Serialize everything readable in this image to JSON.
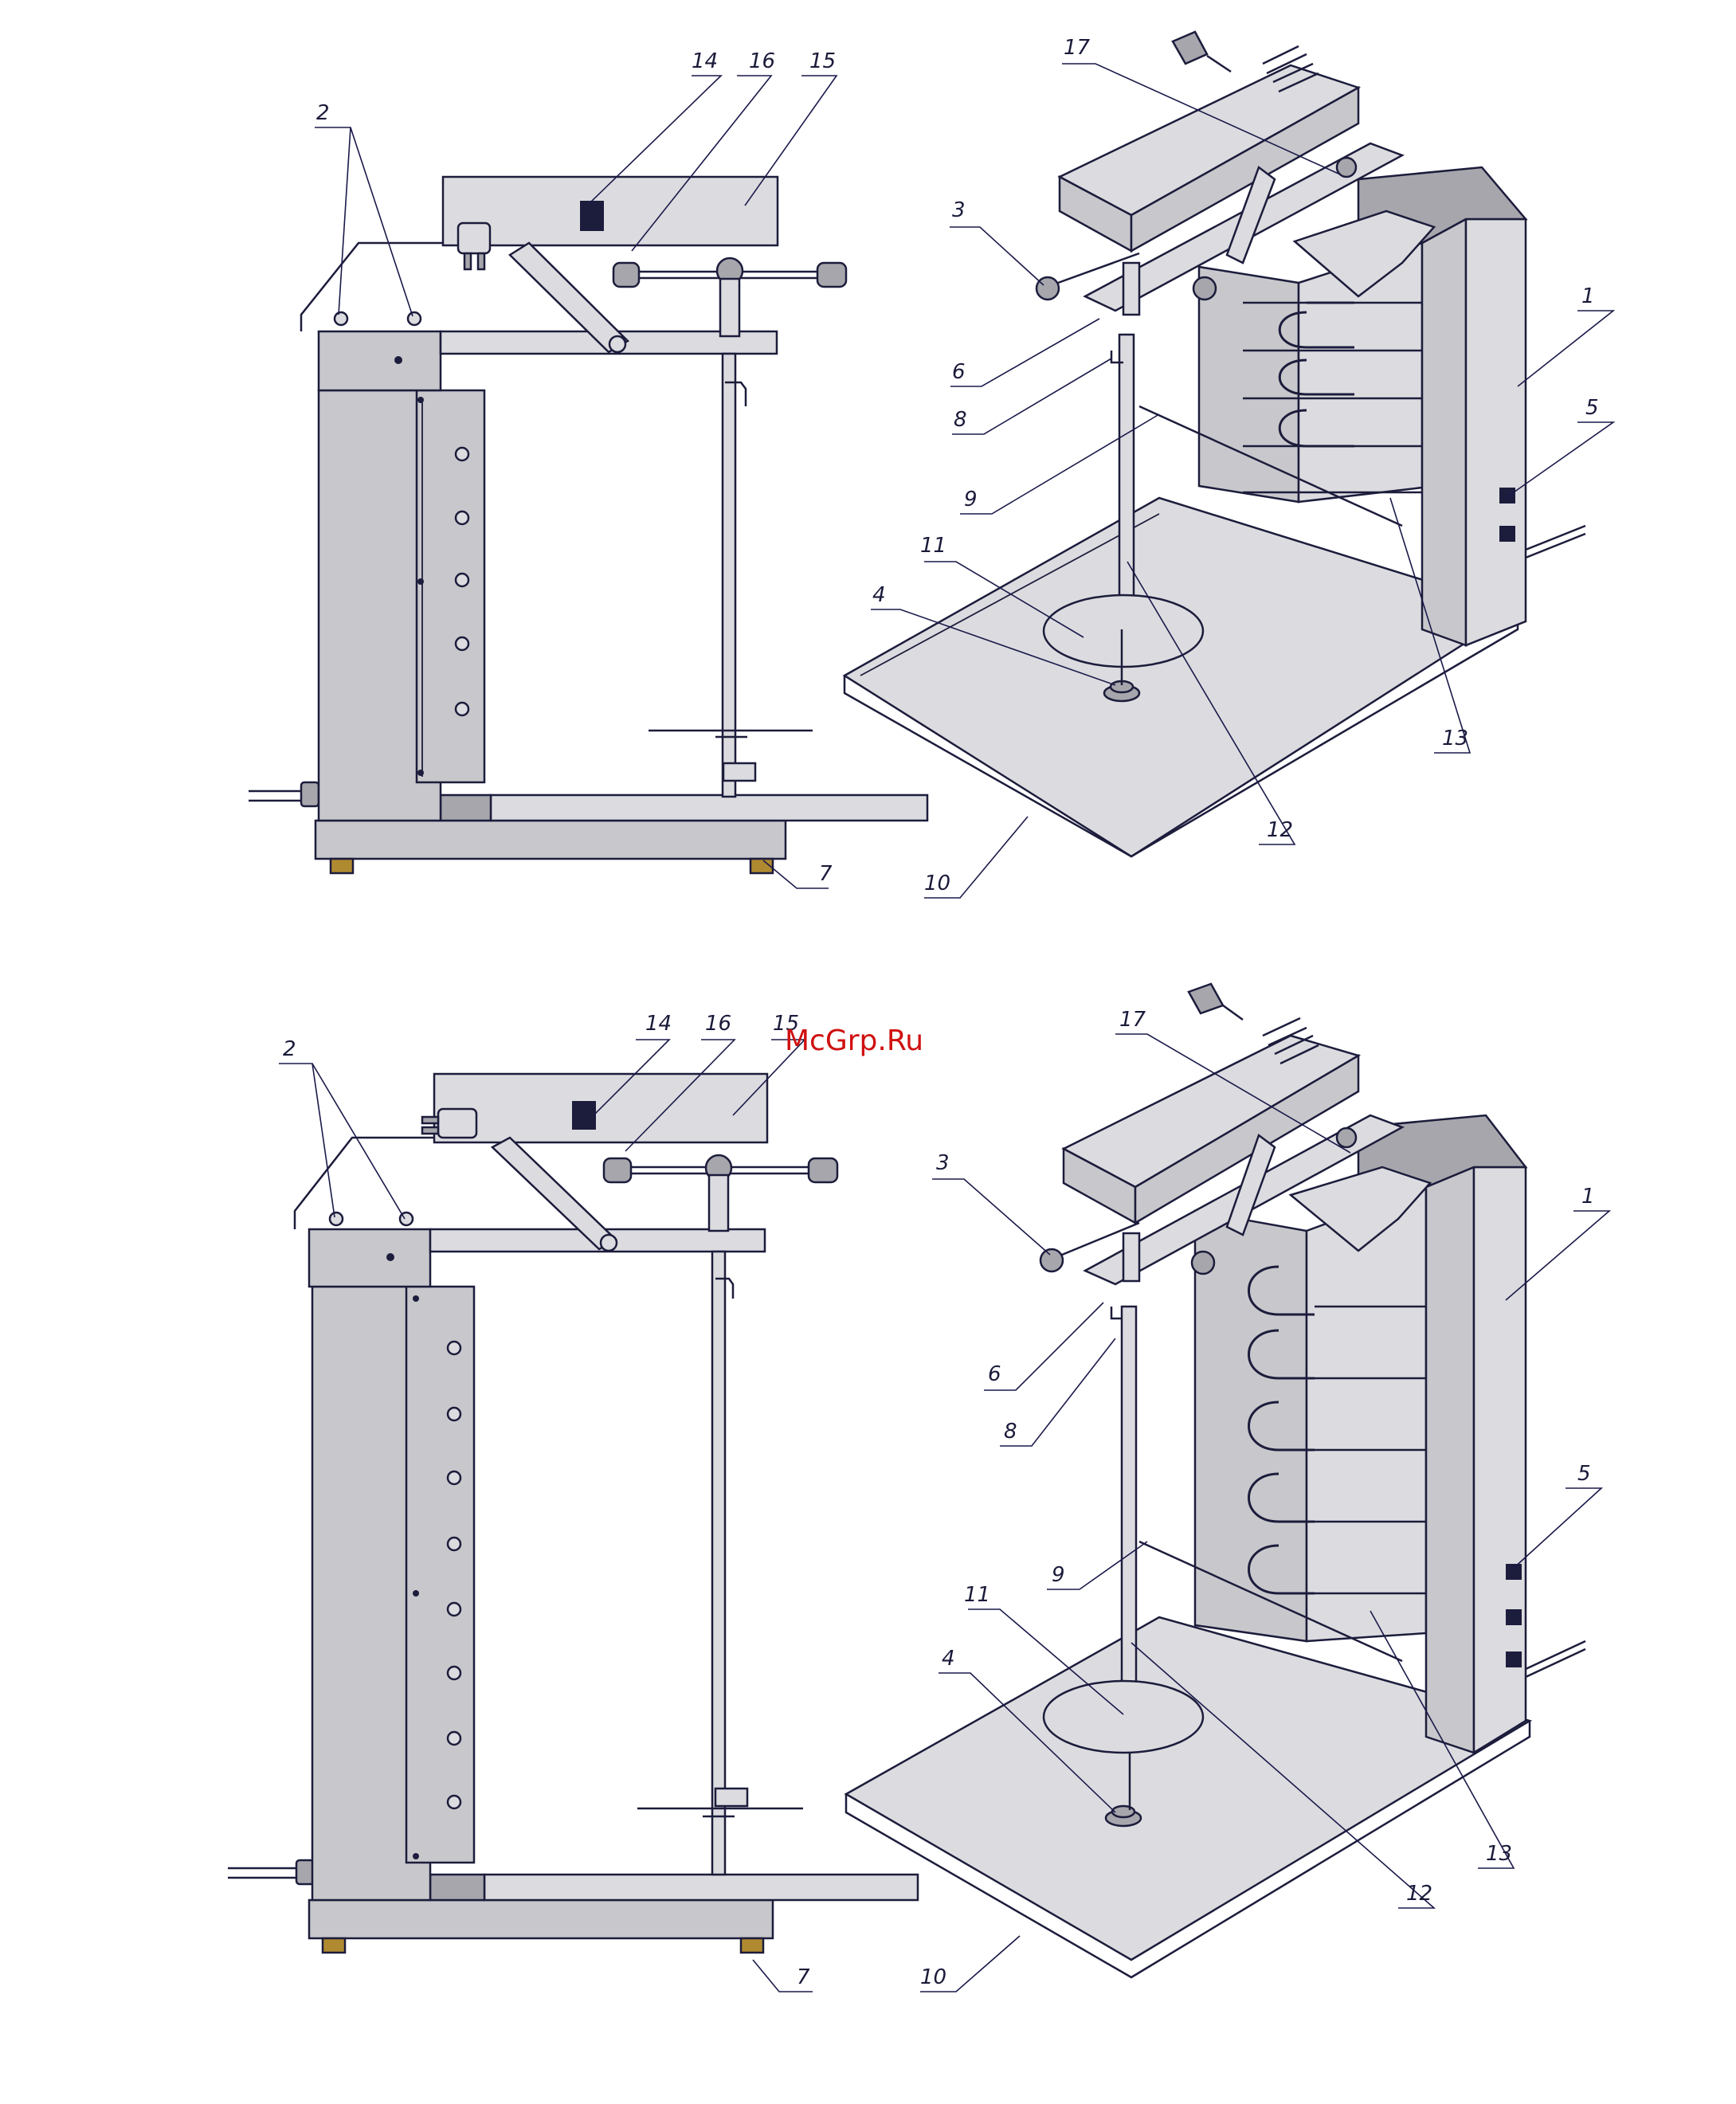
{
  "watermark": "McGrp.Ru",
  "views": {
    "top_side": {
      "labels": {
        "l2": "2",
        "l14": "14",
        "l16": "16",
        "l15": "15",
        "l7": "7"
      }
    },
    "top_iso": {
      "labels": {
        "l17": "17",
        "l3": "3",
        "l6": "6",
        "l8": "8",
        "l9": "9",
        "l11": "11",
        "l4": "4",
        "l1": "1",
        "l5": "5",
        "l13": "13",
        "l12": "12",
        "l10": "10"
      }
    },
    "bottom_side": {
      "labels": {
        "l2": "2",
        "l14": "14",
        "l16": "16",
        "l15": "15",
        "l7": "7"
      }
    },
    "bottom_iso": {
      "labels": {
        "l17": "17",
        "l3": "3",
        "l1": "1",
        "l6": "6",
        "l8": "8",
        "l5": "5",
        "l9": "9",
        "l11": "11",
        "l4": "4",
        "l13": "13",
        "l12": "12",
        "l10": "10"
      }
    }
  }
}
